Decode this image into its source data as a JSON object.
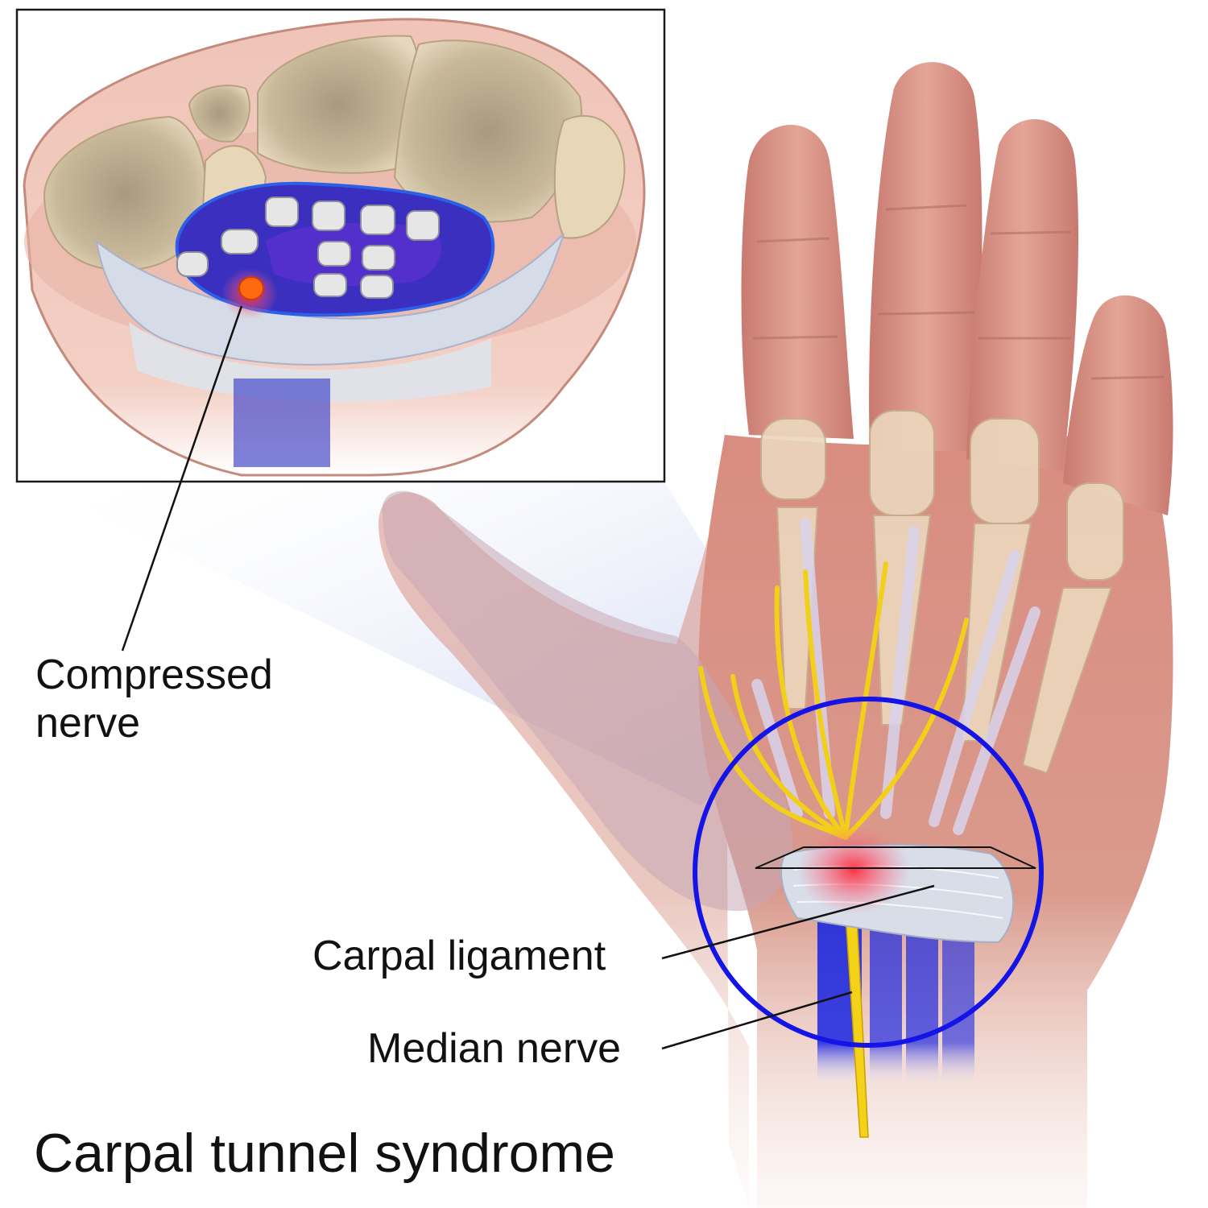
{
  "title": "Carpal tunnel syndrome",
  "labels": {
    "compressed_nerve": [
      "Compressed",
      "nerve"
    ],
    "carpal_ligament": "Carpal ligament",
    "median_nerve": "Median nerve"
  },
  "colors": {
    "skin": "#d99a8a",
    "bone": "#e8d5b5",
    "nerve": "#f5d21a",
    "tendon_sheath": "#3a3fd0",
    "inflammation": "#ff4a2a",
    "highlight_circle": "#1414e6",
    "ligament": "#d8dde8"
  }
}
